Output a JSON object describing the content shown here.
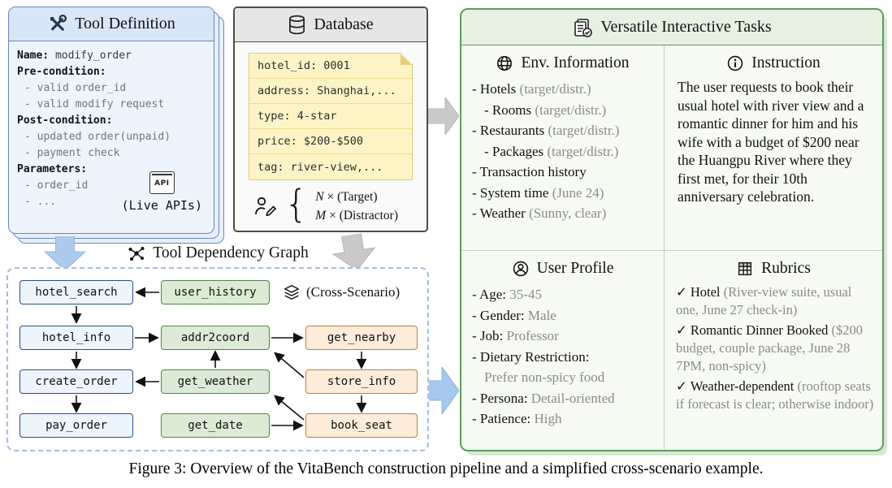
{
  "tool_definition": {
    "title": "Tool Definition",
    "lines": [
      {
        "head": "Name:",
        "rest": " modify_order"
      },
      {
        "head": "Pre-condition:",
        "rest": ""
      },
      {
        "head": "",
        "rest": "- valid order_id"
      },
      {
        "head": "",
        "rest": "- valid modify request"
      },
      {
        "head": "Post-condition:",
        "rest": ""
      },
      {
        "head": "",
        "rest": "- updated order(unpaid)"
      },
      {
        "head": "",
        "rest": "- payment check"
      },
      {
        "head": "Parameters:",
        "rest": ""
      },
      {
        "head": "",
        "rest": "- order_id"
      },
      {
        "head": "",
        "rest": "- ..."
      }
    ],
    "api_badge": "API",
    "live_apis_label": "(Live APIs)"
  },
  "database": {
    "title": "Database",
    "note_lines": [
      "hotel_id: 0001",
      "address: Shanghai,...",
      "type: 4-star",
      "price: $200-$500",
      "tag: river-view,..."
    ],
    "brace": "{",
    "target_var": "N",
    "target_rest": " × (Target)",
    "distractor_var": "M",
    "distractor_rest": " × (Distractor)"
  },
  "graph": {
    "title": "Tool Dependency Graph",
    "cross_scenario": "(Cross-Scenario)",
    "nodes": {
      "hotel_search": "hotel_search",
      "user_history": "user_history",
      "hotel_info": "hotel_info",
      "addr2coord": "addr2coord",
      "get_nearby": "get_nearby",
      "create_order": "create_order",
      "get_weather": "get_weather",
      "store_info": "store_info",
      "pay_order": "pay_order",
      "get_date": "get_date",
      "book_seat": "book_seat"
    }
  },
  "tasks": {
    "title": "Versatile Interactive Tasks",
    "env": {
      "title": "Env. Information",
      "lines": [
        {
          "main": "- Hotels ",
          "note": "(target/distr.)"
        },
        {
          "main": "- Rooms ",
          "note": "(target/distr.)"
        },
        {
          "main": "- Restaurants ",
          "note": "(target/distr.)"
        },
        {
          "main": "- Packages ",
          "note": "(target/distr.)"
        },
        {
          "main": "- Transaction history",
          "note": ""
        },
        {
          "main": "- System time ",
          "note": "(June 24)"
        },
        {
          "main": "- Weather ",
          "note": "(Sunny, clear)"
        }
      ]
    },
    "instruction": {
      "title": "Instruction",
      "text": "The user requests to book their usual hotel with river view and a romantic dinner for him and his wife with a budget of $200 near the Huangpu River where they first met, for their 10th anniversary celebration."
    },
    "profile": {
      "title": "User Profile",
      "lines": [
        {
          "main": "- Age: ",
          "note": "35-45"
        },
        {
          "main": "- Gender: ",
          "note": "Male"
        },
        {
          "main": "- Job: ",
          "note": "Professor"
        },
        {
          "main": "- Dietary Restriction:",
          "note": ""
        },
        {
          "main": "",
          "note": "Prefer non-spicy food"
        },
        {
          "main": "- Persona: ",
          "note": "Detail-oriented"
        },
        {
          "main": "- Patience: ",
          "note": "High"
        }
      ]
    },
    "rubrics": {
      "title": "Rubrics",
      "items": [
        {
          "check": "✓",
          "main": "Hotel ",
          "note": "(River-view suite, usual one, June 27 check-in)"
        },
        {
          "check": "✓",
          "main": "Romantic Dinner Booked ",
          "note": "($200 budget, couple package, June 28 7PM, non-spicy)"
        },
        {
          "check": "✓",
          "main": "Weather-dependent ",
          "note": "(rooftop seats if forecast is clear; otherwise indoor)"
        }
      ]
    }
  },
  "caption": "Figure 3: Overview of the VitaBench construction pipeline and a simplified cross-scenario example."
}
